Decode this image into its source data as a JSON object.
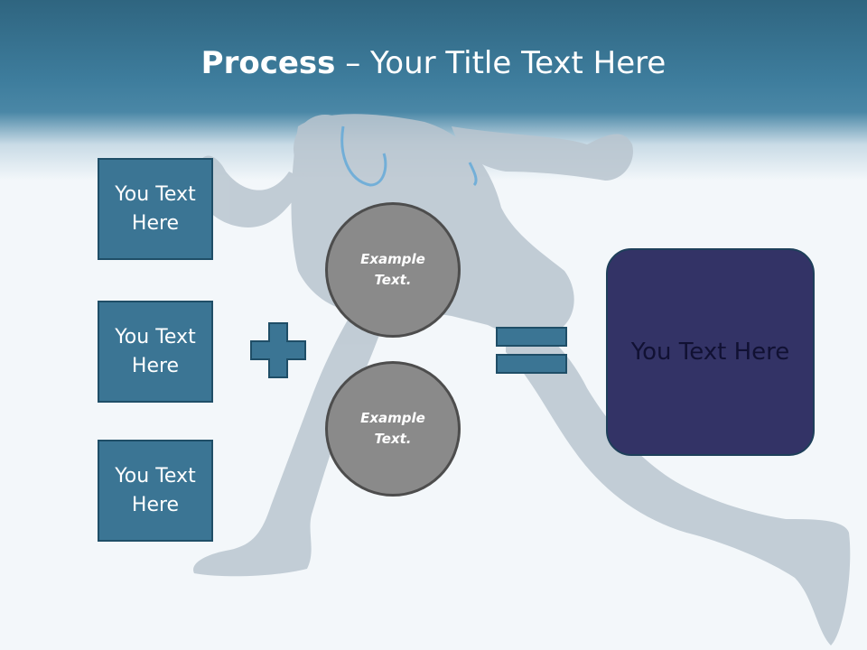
{
  "title": {
    "bold": "Process",
    "dash": " – ",
    "rest": "Your Title Text Here"
  },
  "boxes": [
    {
      "label": "You Text Here"
    },
    {
      "label": "You Text Here"
    },
    {
      "label": "You Text Here"
    }
  ],
  "circles": [
    {
      "label": "Example Text."
    },
    {
      "label": "Example Text."
    }
  ],
  "operators": {
    "plus": "plus-icon",
    "equals": "equals-icon"
  },
  "result": {
    "label": "You Text Here"
  },
  "colors": {
    "box": "#3b7594",
    "circle": "#8a8a8a",
    "result": "#333366",
    "header": "#3e7d9d"
  }
}
